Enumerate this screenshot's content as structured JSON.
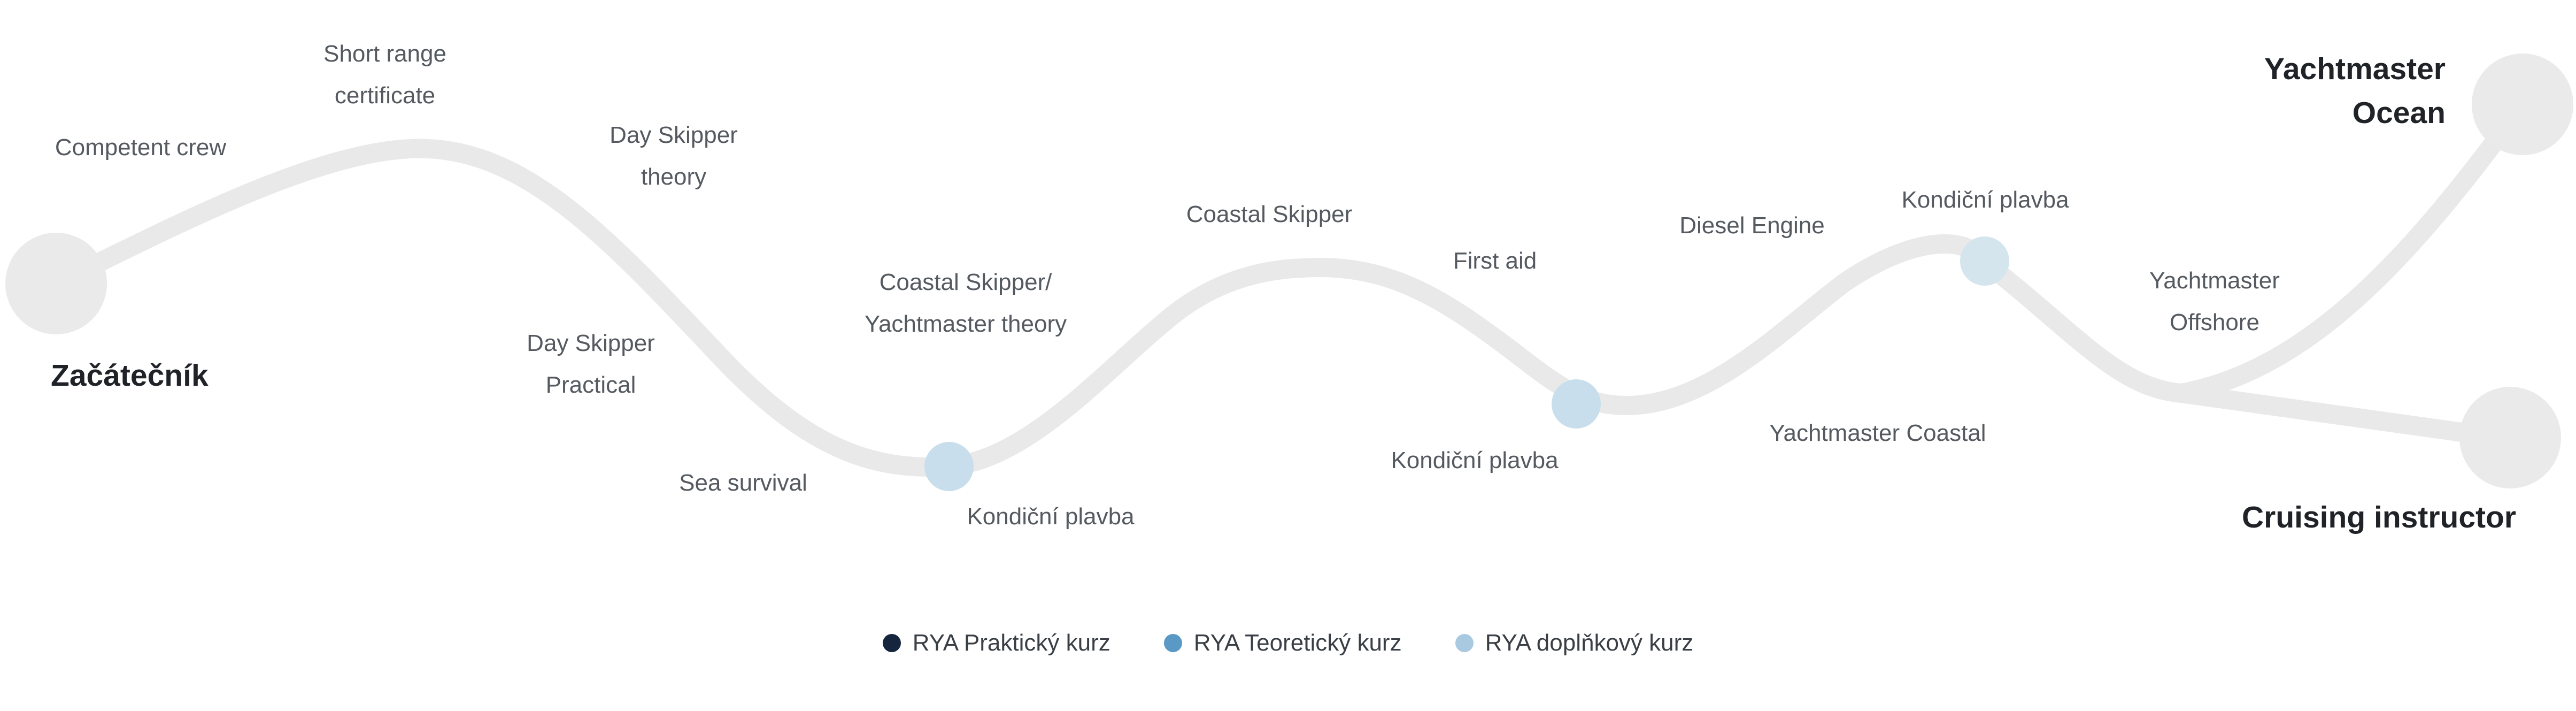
{
  "colors": {
    "path": "#e9e9e9",
    "endpoint": "#eaeaea",
    "milestone": "#c8deed",
    "milestone_alt": "#d5e5ee",
    "label": "#555a60",
    "heading": "#1f2328"
  },
  "start": {
    "label": "Začátečník"
  },
  "endpoints": {
    "ocean": {
      "lines": [
        "Yachtmaster",
        "Ocean"
      ]
    },
    "instructor": {
      "label": "Cruising instructor"
    }
  },
  "milestones": [
    {
      "label": "Kondiční plavba"
    },
    {
      "label": "Kondiční plavba"
    },
    {
      "label": "Kondiční plavba"
    }
  ],
  "courses": [
    {
      "lines": [
        "Competent crew"
      ]
    },
    {
      "lines": [
        "Short range",
        "certificate"
      ]
    },
    {
      "lines": [
        "Day Skipper",
        "theory"
      ]
    },
    {
      "lines": [
        "Day Skipper",
        "Practical"
      ]
    },
    {
      "lines": [
        "Sea survival"
      ]
    },
    {
      "lines": [
        "Coastal Skipper/",
        "Yachtmaster theory"
      ]
    },
    {
      "lines": [
        "Coastal Skipper"
      ]
    },
    {
      "lines": [
        "First aid"
      ]
    },
    {
      "lines": [
        "Diesel Engine"
      ]
    },
    {
      "lines": [
        "Yachtmaster Coastal"
      ]
    },
    {
      "lines": [
        "Yachtmaster",
        "Offshore"
      ]
    }
  ],
  "legend": [
    {
      "label": "RYA Praktický kurz",
      "color": "#14253d"
    },
    {
      "label": "RYA Teoretický kurz",
      "color": "#5a98c6"
    },
    {
      "label": "RYA doplňkový kurz",
      "color": "#a8c9df"
    }
  ]
}
